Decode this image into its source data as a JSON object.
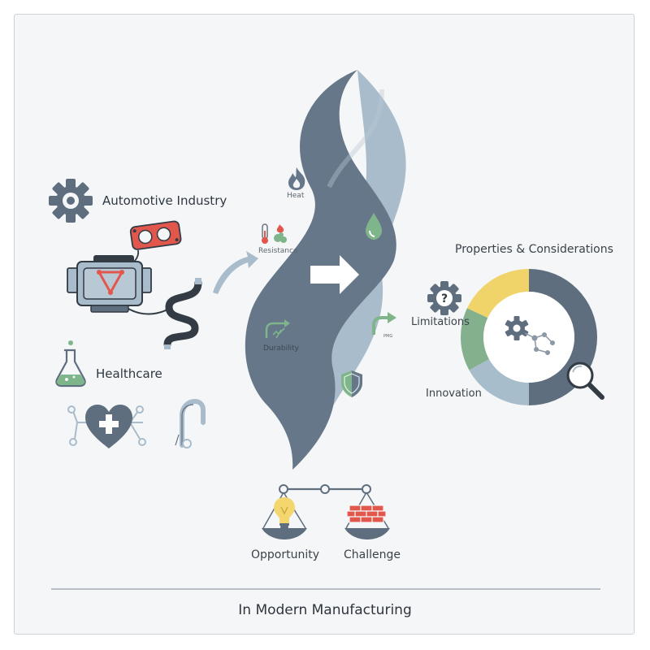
{
  "left": {
    "automotive": {
      "label": "Automotive Industry"
    },
    "healthcare": {
      "label": "Healthcare"
    }
  },
  "center": {
    "heat": "Heat",
    "resistance": "Resistance",
    "durability": "Durability",
    "small_arrow_label": "PMG"
  },
  "right": {
    "title": "Properties & Considerations",
    "limitations": "Limitations",
    "innovation": "Innovation",
    "donut": [
      {
        "value": 50,
        "color": "#5f6e7f"
      },
      {
        "value": 17,
        "color": "#a7bdcb"
      },
      {
        "value": 15,
        "color": "#84b08d"
      },
      {
        "value": 18,
        "color": "#f0d46a"
      }
    ]
  },
  "bottom": {
    "opportunity": "Opportunity",
    "challenge": "Challenge"
  },
  "footer": {
    "title": "In Modern Manufacturing"
  },
  "colors": {
    "slate": "#5f6e7f",
    "light_blue": "#a9bccb",
    "red": "#e2574c",
    "green": "#7fb58a",
    "yellow": "#f3d66e"
  }
}
